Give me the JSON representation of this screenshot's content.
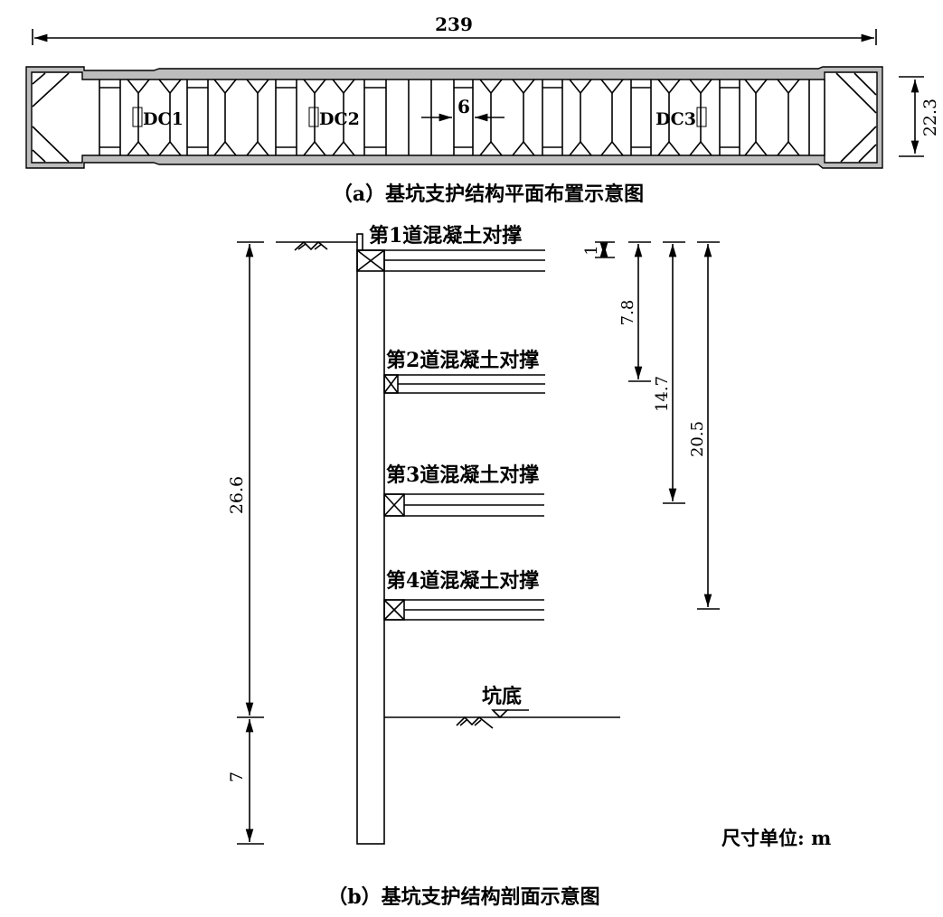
{
  "plan": {
    "length_label": "239",
    "width_label": "22.3",
    "spacing_label": "6",
    "points": [
      "DC1",
      "DC2",
      "DC3"
    ],
    "caption": "（a）基坑支护结构平面布置示意图"
  },
  "section": {
    "struts": [
      "第1道混凝土对撑",
      "第2道混凝土对撑",
      "第3道混凝土对撑",
      "第4道混凝土对撑"
    ],
    "pit_bottom": "坑底",
    "dims": {
      "excavation": "26.6",
      "embed": "7",
      "d1": "1",
      "d2": "7.8",
      "d3": "14.7",
      "d4": "20.5"
    },
    "unit": "尺寸单位: m",
    "caption": "（b）基坑支护结构剖面示意图"
  },
  "colors": {
    "wall": "#bdbdbd",
    "line": "#000000"
  }
}
